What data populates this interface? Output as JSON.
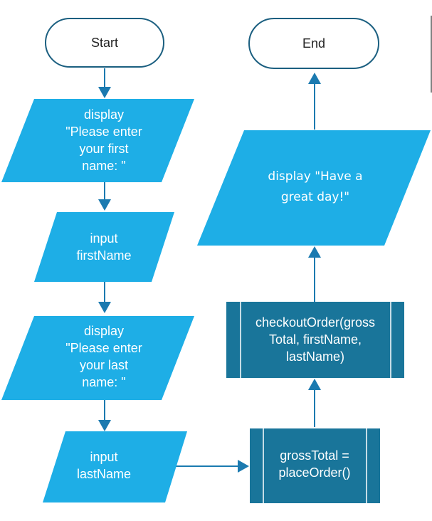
{
  "colors": {
    "io_fill": "#1eaee6",
    "process_fill": "#19759a",
    "process_divider": "#ffffff",
    "terminal_stroke": "#1b5f80",
    "arrow": "#1b7ab0",
    "text_light": "#ffffff",
    "text_dark": "#222222"
  },
  "nodes": {
    "start": {
      "label": "Start"
    },
    "end": {
      "label": "End"
    },
    "display_first": {
      "lines": [
        "display",
        "\"Please enter",
        "your first",
        "name: \""
      ]
    },
    "input_first": {
      "lines": [
        "input",
        "firstName"
      ]
    },
    "display_last": {
      "lines": [
        "display",
        "\"Please enter",
        "your last",
        "name: \""
      ]
    },
    "input_last": {
      "lines": [
        "input",
        "lastName"
      ]
    },
    "place_order": {
      "lines": [
        "grossTotal =",
        "placeOrder()"
      ]
    },
    "checkout_order": {
      "lines": [
        "checkoutOrder(gross",
        "Total, firstName,",
        "lastName)"
      ]
    },
    "display_great_day": {
      "lines": [
        "display \"Have a",
        "great day!\""
      ]
    }
  }
}
